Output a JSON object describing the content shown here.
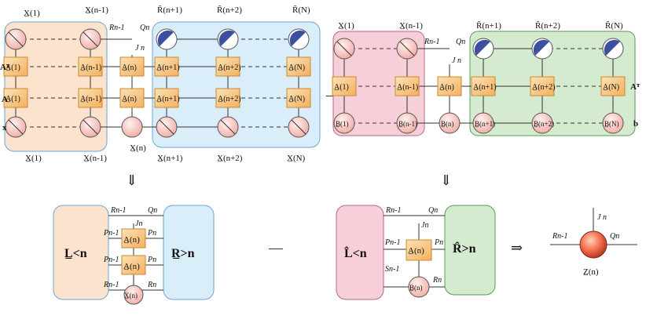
{
  "colors": {
    "orange_panel": "#fbe3cd",
    "blue_panel": "#daeefa",
    "pink_panel": "#f7cfd8",
    "green_panel": "#d5ebcf",
    "box_fill": "#f8c98a",
    "box_stroke": "#c98a30",
    "node_pink": "#f6c6c2",
    "node_blue": "#4a5aa8",
    "node_red": "#e8503a",
    "line": "#333333"
  },
  "top_left": {
    "x_tilde": [
      "X̲(1)",
      "X̲(n-1)"
    ],
    "r_tilde": [
      "R̃(n+1)",
      "R̃(n+2)",
      "R̃(N)"
    ],
    "row_labels": [
      "Aᵀ",
      "A",
      "x"
    ],
    "a_boxes": [
      "A̲(1)",
      "A̲(n-1)",
      "A̲(n)",
      "A̲(n+1)",
      "A̲(n+2)",
      "A̲(N)"
    ],
    "bottom_labels": [
      "X̲(1)",
      "X̲(n-1)",
      "X̲(n)",
      "X̲(n+1)",
      "X̲(n+2)",
      "X̲(N)"
    ],
    "index_labels": {
      "r": "Rn-1",
      "q": "Qn",
      "j": "J n"
    }
  },
  "top_right": {
    "x_tilde": [
      "X̲(1)",
      "X̲(n-1)"
    ],
    "r_tilde": [
      "R̃(n+1)",
      "R̃(n+2)",
      "R̃(N)"
    ],
    "a_boxes": [
      "A̲(1)",
      "A̲(n-1)",
      "A̲(n)",
      "A̲(n+1)",
      "A̲(n+2)",
      "A̲(N)"
    ],
    "b_nodes": [
      "B̲(1)",
      "B̲(n-1)",
      "B̲(n)",
      "B̲(n+1)",
      "B̲(n+2)",
      "B̲(N)"
    ],
    "row_labels": [
      "Aᵀ",
      "b"
    ],
    "index_labels": {
      "r": "Rn-1",
      "q": "Qn",
      "j": "J n"
    }
  },
  "operators": {
    "minus": "—",
    "arrow_down": "⇓",
    "implies": "⇒"
  },
  "bottom_left": {
    "l_label": "L̲<n",
    "r_label": "R̲>n",
    "a_label": "A̲(n)",
    "x_label": "X̲(n)",
    "indices": {
      "r_top": "Rn-1",
      "q_top": "Qn",
      "j": "Jn",
      "p1": "Pn-1",
      "p1r": "Pn",
      "p2": "Pn-1",
      "p2r": "Pn",
      "r_bot": "Rn-1",
      "r_botr": "Rn"
    }
  },
  "bottom_mid": {
    "l_label": "L̂<n",
    "r_label": "R̂>n",
    "a_label": "A̲(n)",
    "b_label": "B̲(n)",
    "indices": {
      "r_top": "Rn-1",
      "q_top": "Qn",
      "j": "Jn",
      "p": "Pn-1",
      "pr": "Pn",
      "s": "Sn-1",
      "rr": "Rn"
    }
  },
  "bottom_right": {
    "z_label": "Z̲(n)",
    "indices": {
      "j": "J n",
      "r": "Rn-1",
      "q": "Qn"
    }
  }
}
